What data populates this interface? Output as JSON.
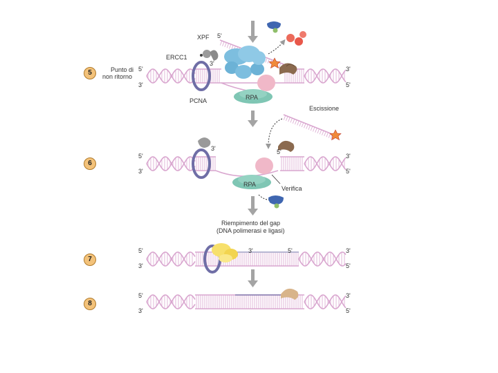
{
  "steps": {
    "s5": {
      "number": "5",
      "side_label_1": "Punto di",
      "side_label_2": "non ritorno",
      "labels": {
        "xpf": "XPF",
        "ercc1": "ERCC1",
        "pcna": "PCNA",
        "rpa": "RPA",
        "five_prime_top": "5'",
        "three_prime_top": "3'",
        "five_left": "5'",
        "three_left": "3'",
        "three_right": "3'",
        "five_right": "5'"
      }
    },
    "s6": {
      "number": "6",
      "labels": {
        "escissione": "Escissione",
        "five_left": "5'",
        "three_left": "3'",
        "three_inner": "3'",
        "five_inner": "5'",
        "three_right": "3'",
        "five_right": "5'",
        "rpa": "RPA",
        "verifica": "Verifica"
      }
    },
    "s7": {
      "number": "7",
      "caption_1": "Riempimento del gap",
      "caption_2": "(DNA polimerasi e ligasi)",
      "labels": {
        "five_left": "5'",
        "three_left": "3'",
        "three_mid": "3'",
        "five_mid": "5'",
        "three_right": "3'",
        "five_right": "5'"
      }
    },
    "s8": {
      "number": "8",
      "labels": {
        "five_left": "5'",
        "three_left": "3'",
        "three_right": "3'",
        "five_right": "5'"
      }
    }
  },
  "colors": {
    "dna": "#d9a6cf",
    "arrow": "#9a9a9a",
    "pcna": "#6f6ea6",
    "rpa": "#7fc6b4",
    "xpg": "#7dbedf",
    "pink_protein": "#f0b8c8",
    "brown_protein": "#8b6a4f",
    "yellow_protein": "#f7e06b",
    "tan_protein": "#d8b48a",
    "red_protein": "#ec6a5a",
    "blue_protein": "#3f66b0",
    "star": "#f08a3a"
  }
}
